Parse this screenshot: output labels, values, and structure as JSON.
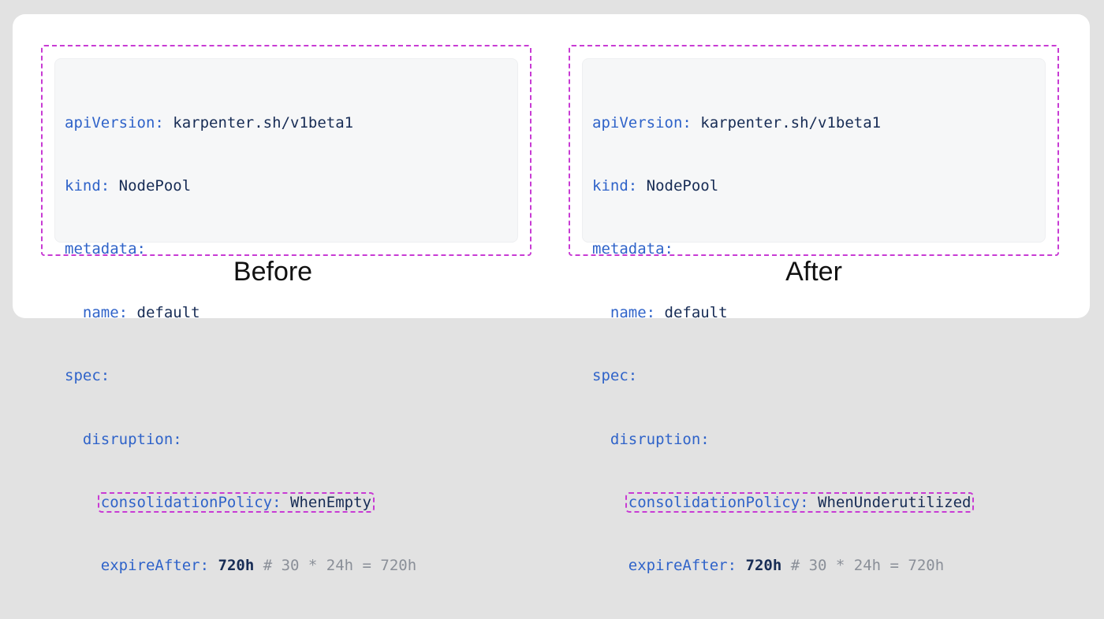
{
  "before": {
    "caption": "Before",
    "lines": {
      "l1_key": "apiVersion:",
      "l1_val": "karpenter.sh/v1beta1",
      "l2_key": "kind:",
      "l2_val": "NodePool",
      "l3_key": "metadata:",
      "l4_key": "name:",
      "l4_val": "default",
      "l5_key": "spec:",
      "l6_key": "disruption:",
      "l7_key": "consolidationPolicy:",
      "l7_val": "WhenEmpty",
      "l8_key": "expireAfter:",
      "l8_val": "720h",
      "l8_comment": "# 30 * 24h = 720h"
    }
  },
  "after": {
    "caption": "After",
    "lines": {
      "l1_key": "apiVersion:",
      "l1_val": "karpenter.sh/v1beta1",
      "l2_key": "kind:",
      "l2_val": "NodePool",
      "l3_key": "metadata:",
      "l4_key": "name:",
      "l4_val": "default",
      "l5_key": "spec:",
      "l6_key": "disruption:",
      "l7_key": "consolidationPolicy:",
      "l7_val": "WhenUnderutilized",
      "l8_key": "expireAfter:",
      "l8_val": "720h",
      "l8_comment": "# 30 * 24h = 720h"
    }
  },
  "colors": {
    "highlight": "#c83bd4",
    "key": "#2f63c9",
    "value": "#172c55",
    "comment": "#8a8f98"
  }
}
